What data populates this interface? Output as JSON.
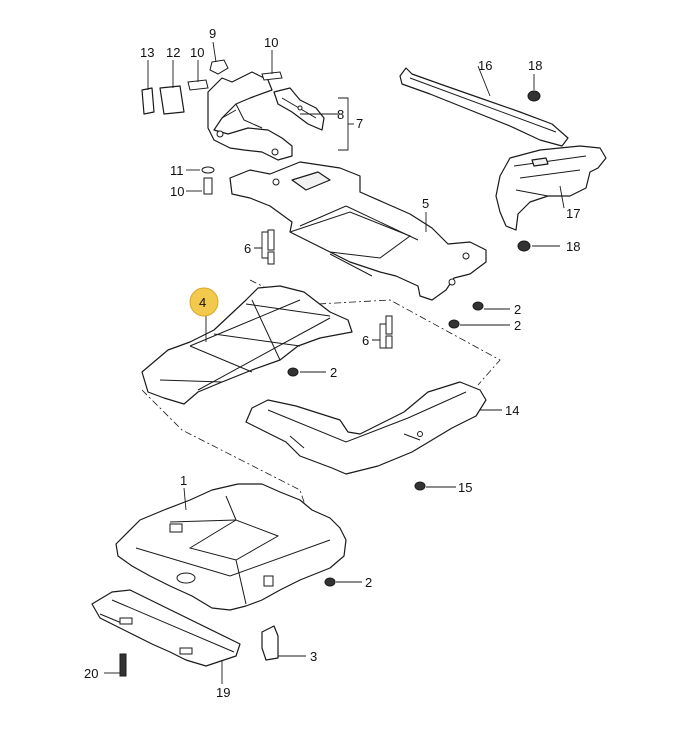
{
  "highlight_color": "#f2c94c",
  "highlighted_callout": "4",
  "callouts": {
    "c1": "1",
    "c2a": "2",
    "c2b": "2",
    "c2c": "2",
    "c2d": "2",
    "c3": "3",
    "c4": "4",
    "c5": "5",
    "c6a": "6",
    "c6b": "6",
    "c7": "7",
    "c8": "8",
    "c9": "9",
    "c10a": "10",
    "c10b": "10",
    "c10c": "10",
    "c11": "11",
    "c12": "12",
    "c13": "13",
    "c14": "14",
    "c15": "15",
    "c16": "16",
    "c17": "17",
    "c18a": "18",
    "c18b": "18",
    "c19": "19",
    "c20": "20"
  }
}
